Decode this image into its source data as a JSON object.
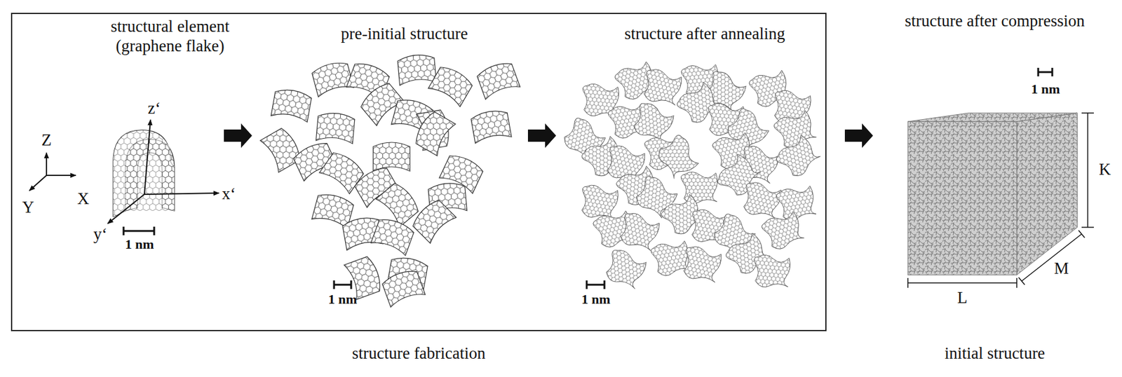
{
  "diagram": {
    "nodes": [
      {
        "text": [
          "structure fabrication"
        ]
      }
    ],
    "labels": [
      "structural element",
      "(graphene flake)",
      "pre-initial structure",
      "structure after annealing",
      "structure after compression",
      "Z",
      "X",
      "Y",
      "z‘",
      "x‘",
      "y‘",
      "1 nm",
      "1 nm",
      "1 nm",
      "1 nm",
      "K",
      "L",
      "M",
      "initial structure"
    ]
  }
}
